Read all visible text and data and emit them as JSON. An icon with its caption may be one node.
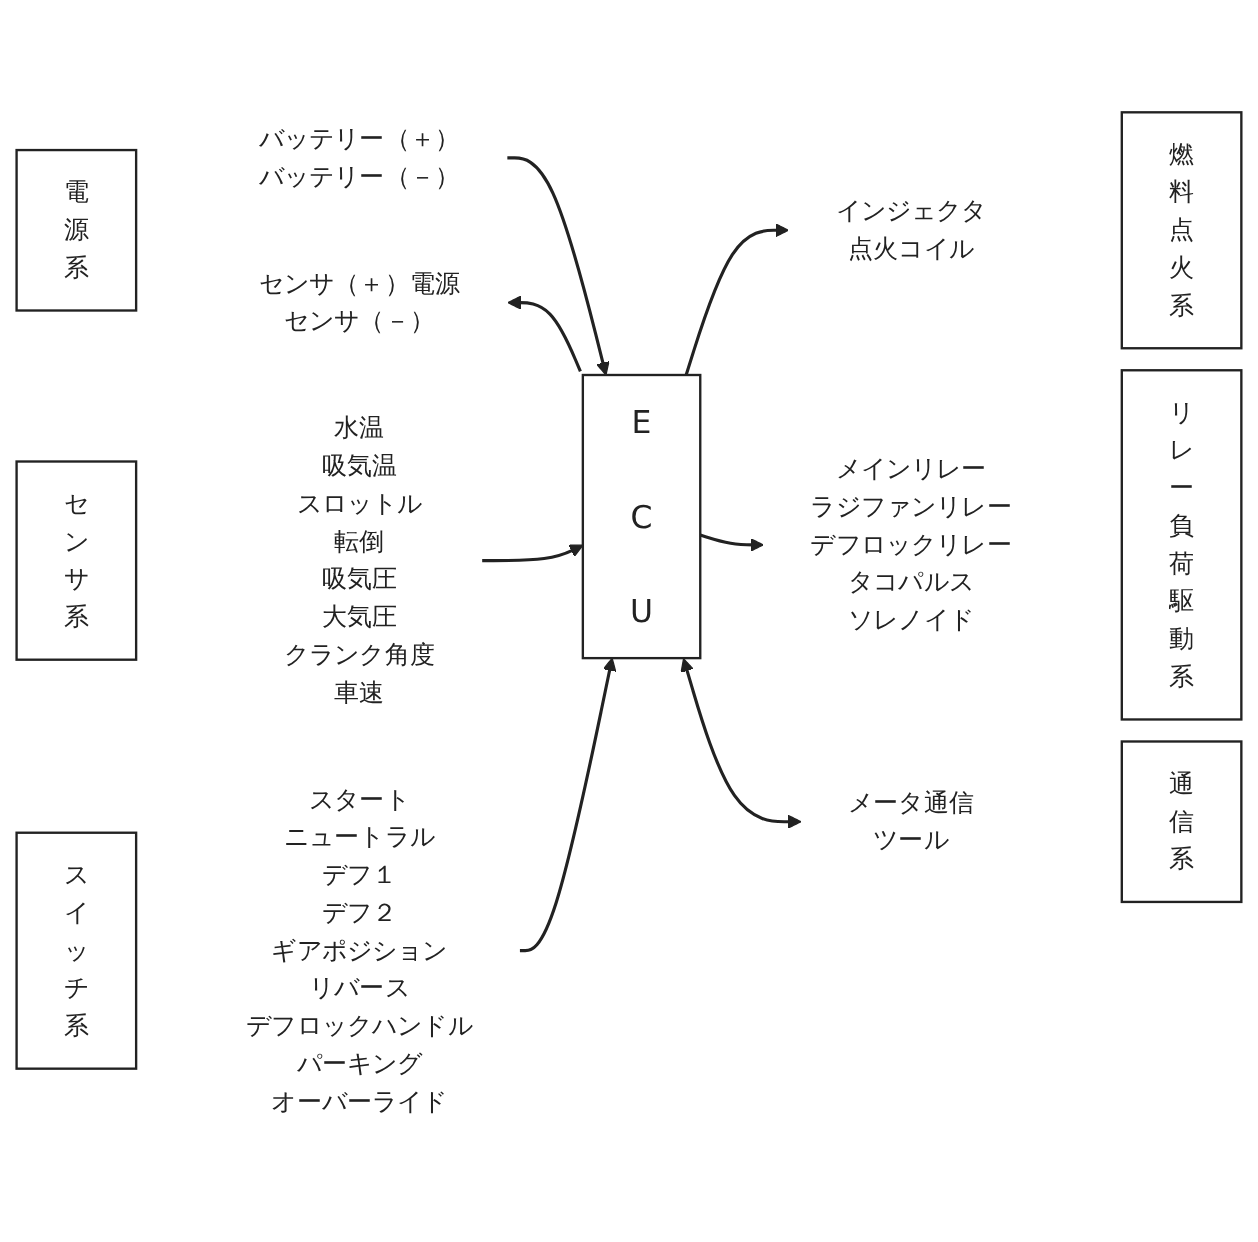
{
  "diagram": {
    "nodes": [
      {
        "text": [
          "電源系"
        ]
      },
      {
        "text": [
          "バッテリー（＋）",
          "バッテリー（－）"
        ]
      },
      {
        "text": [
          "センサ（＋）電源",
          "センサ（－）"
        ]
      },
      {
        "text": [
          "センサ系"
        ]
      },
      {
        "text": [
          "水温",
          "吸気温",
          "スロットル",
          "転倒",
          "吸気圧",
          "大気圧",
          "クランク角度",
          "車速"
        ]
      },
      {
        "text": [
          "スイッチ系"
        ]
      },
      {
        "text": [
          "スタート",
          "ニュートラル",
          "デフ１",
          "デフ２",
          "ギアポジション",
          "リバース",
          "デフロックハンドル",
          "パーキング",
          "オーバーライド"
        ]
      },
      {
        "text": [
          "E C U"
        ]
      },
      {
        "text": [
          "インジェクタ",
          "点火コイル"
        ]
      },
      {
        "text": [
          "燃料点火系"
        ]
      },
      {
        "text": [
          "メインリレー",
          "ラジファンリレー",
          "デフロックリレー",
          "タコパルス",
          "ソレノイド"
        ]
      },
      {
        "text": [
          "リレー負荷駆動系"
        ]
      },
      {
        "text": [
          "メータ通信",
          "ツール"
        ]
      },
      {
        "text": [
          "通信系"
        ]
      }
    ],
    "edges": [
      {
        "from": 1,
        "to": 7,
        "arrow": "to"
      },
      {
        "from": 7,
        "to": 2,
        "arrow": "to"
      },
      {
        "from": 4,
        "to": 7,
        "arrow": "to"
      },
      {
        "from": 6,
        "to": 7,
        "arrow": "to"
      },
      {
        "from": 7,
        "to": 8,
        "arrow": "to"
      },
      {
        "from": 7,
        "to": 10,
        "arrow": "to"
      },
      {
        "from": 7,
        "to": 12,
        "arrow": "both"
      }
    ]
  }
}
